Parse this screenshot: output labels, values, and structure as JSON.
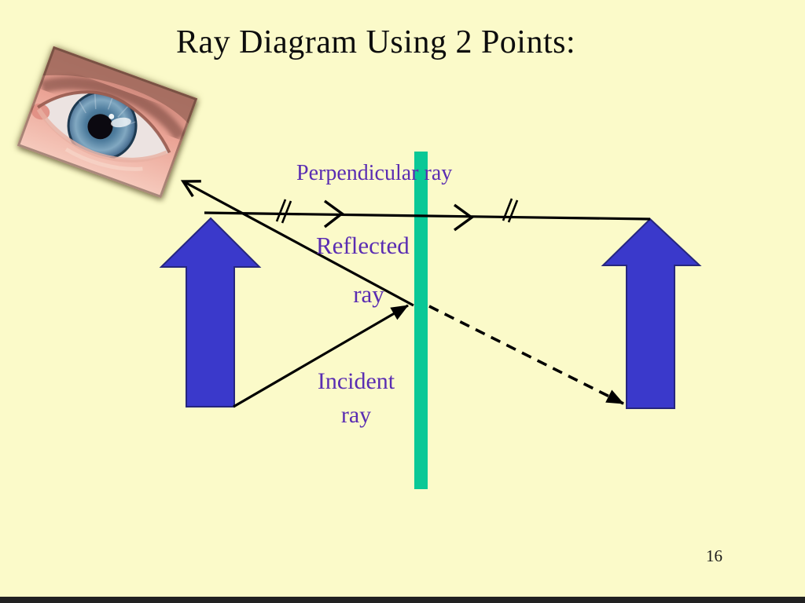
{
  "slide": {
    "title": "Ray Diagram Using 2 Points:",
    "page_number": "16"
  },
  "labels": {
    "perpendicular_ray": "Perpendicular ray",
    "reflected_line1": "Reflected",
    "reflected_line2": "ray",
    "incident_line1": "Incident",
    "incident_line2": "ray"
  },
  "images": {
    "eye_photo_alt": "close-up photo of a human eye with blue iris, rotated"
  },
  "colors": {
    "background": "#FBFAC9",
    "arrow_fill": "#3A39CB",
    "arrow_outline": "#26267E",
    "mirror_green": "#0AC896",
    "label_purple": "#5A2DB2",
    "line_black": "#000000",
    "title_black": "#0D0D0D",
    "footer_bar": "#212121"
  }
}
